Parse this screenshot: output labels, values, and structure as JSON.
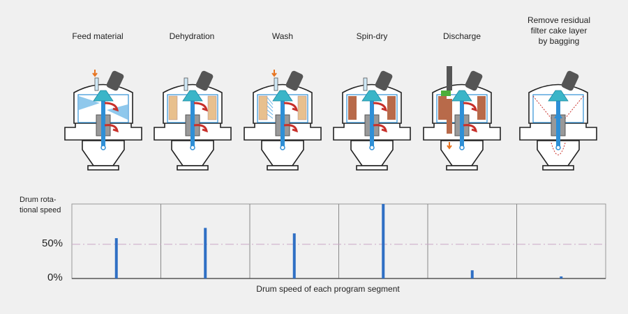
{
  "steps": [
    {
      "label": "Feed material",
      "content": "feed"
    },
    {
      "label": "Dehydration",
      "content": "dehydration"
    },
    {
      "label": "Wash",
      "content": "wash"
    },
    {
      "label": "Spin-dry",
      "content": "spin-dry"
    },
    {
      "label": "Discharge",
      "content": "discharge"
    },
    {
      "label_lines": [
        "Remove residual",
        "filter cake layer",
        "by bagging"
      ],
      "content": "bagging"
    }
  ],
  "colors": {
    "shaft": "#2e8fd6",
    "cone": "#3ab5c8",
    "motor": "#555555",
    "arrow_red": "#c8302a",
    "arrow_orange": "#e8731e",
    "cake_tan": "#e8c08e",
    "cake_brown": "#b86a4a",
    "green": "#4caf3a",
    "bar": "#2f6fc4"
  },
  "chart_data": {
    "type": "bar",
    "categories": [
      "Feed material",
      "Dehydration",
      "Wash",
      "Spin-dry",
      "Discharge",
      "Remove residual filter cake layer by bagging"
    ],
    "values": [
      59,
      74,
      66,
      109,
      12,
      3
    ],
    "ylabel_lines": [
      "Drum rota-",
      "tional speed"
    ],
    "xlabel": "Drum speed of each program segment",
    "yticks": [
      {
        "value": 0,
        "label": "0%"
      },
      {
        "value": 50,
        "label": "50%"
      }
    ],
    "ylim": [
      0,
      109
    ],
    "reference_line": 50
  }
}
